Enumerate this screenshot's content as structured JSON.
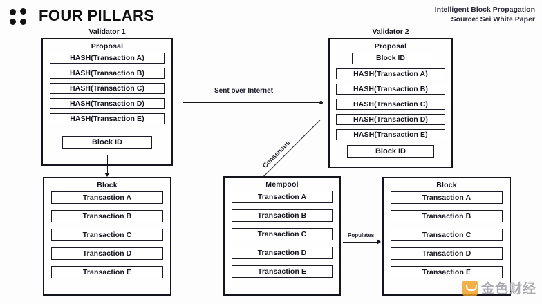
{
  "header": {
    "logo_name": "four-dots-logo",
    "title": "FOUR PILLARS",
    "credit_line1": "Intelligent Block Propagation",
    "credit_line2": "Source: Sei White Paper"
  },
  "diagram": {
    "validator1": {
      "label": "Validator 1",
      "proposal_title": "Proposal",
      "hashes": [
        "HASH(Transaction A)",
        "HASH(Transaction B)",
        "HASH(Transaction C)",
        "HASH(Transaction D)",
        "HASH(Transaction E)"
      ],
      "block_id": "Block ID"
    },
    "validator2": {
      "label": "Validator 2",
      "proposal_title": "Proposal",
      "block_id_top": "Block ID",
      "hashes": [
        "HASH(Transaction A)",
        "HASH(Transaction B)",
        "HASH(Transaction C)",
        "HASH(Transaction D)",
        "HASH(Transaction E)"
      ],
      "block_id_bottom": "Block ID"
    },
    "block_left": {
      "title": "Block",
      "transactions": [
        "Transaction A",
        "Transaction B",
        "Transaction C",
        "Transaction D",
        "Transaction E"
      ]
    },
    "mempool": {
      "title": "Mempool",
      "transactions": [
        "Transaction A",
        "Transaction B",
        "Transaction C",
        "Transaction D",
        "Transaction E"
      ]
    },
    "block_right": {
      "title": "Block",
      "transactions": [
        "Transaction A",
        "Transaction B",
        "Transaction C",
        "Transaction D",
        "Transaction E"
      ]
    },
    "connectors": {
      "sent_over_internet": "Sent over Internet",
      "consensus": "Consensus",
      "populates": "Populates"
    }
  },
  "watermark": {
    "text": "金色财经"
  },
  "colors": {
    "ink": "#15151f",
    "paper": "#fdfdfd",
    "watermark_accent": "#f0a024"
  }
}
